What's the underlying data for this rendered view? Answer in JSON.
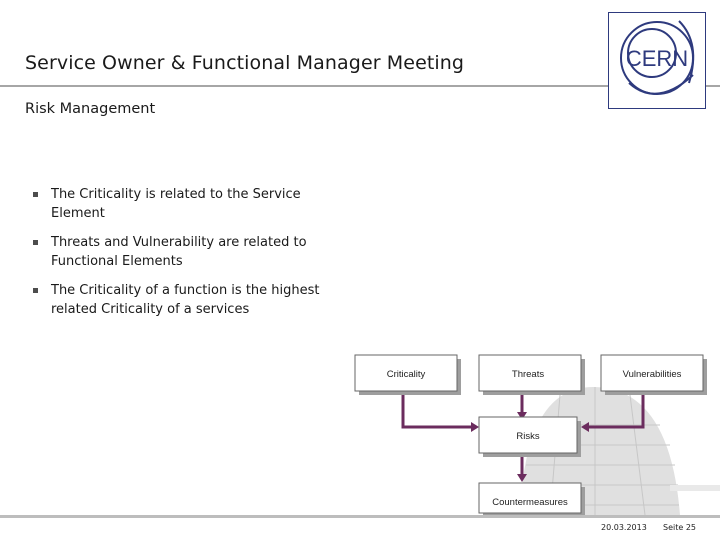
{
  "slide": {
    "title": "Service Owner & Functional Manager Meeting",
    "subtitle": "Risk Management"
  },
  "logo": {
    "text": "CERN",
    "icon": "cern-logo"
  },
  "bullets": [
    "The Criticality is related to the Service Element",
    "Threats and Vulnerability are related to Functional Elements",
    "The Criticality of a function is the highest related Criticality of a services"
  ],
  "diagram": {
    "boxes": {
      "criticality": "Criticality",
      "threats": "Threats",
      "vulnerabilities": "Vulnerabilities",
      "risks": "Risks",
      "countermeasures": "Countermeasures"
    },
    "arrow_color": "#6b2c5e",
    "background_image": "globe-building"
  },
  "footer": {
    "date": "20.03.2013",
    "page": "Seite 25"
  }
}
